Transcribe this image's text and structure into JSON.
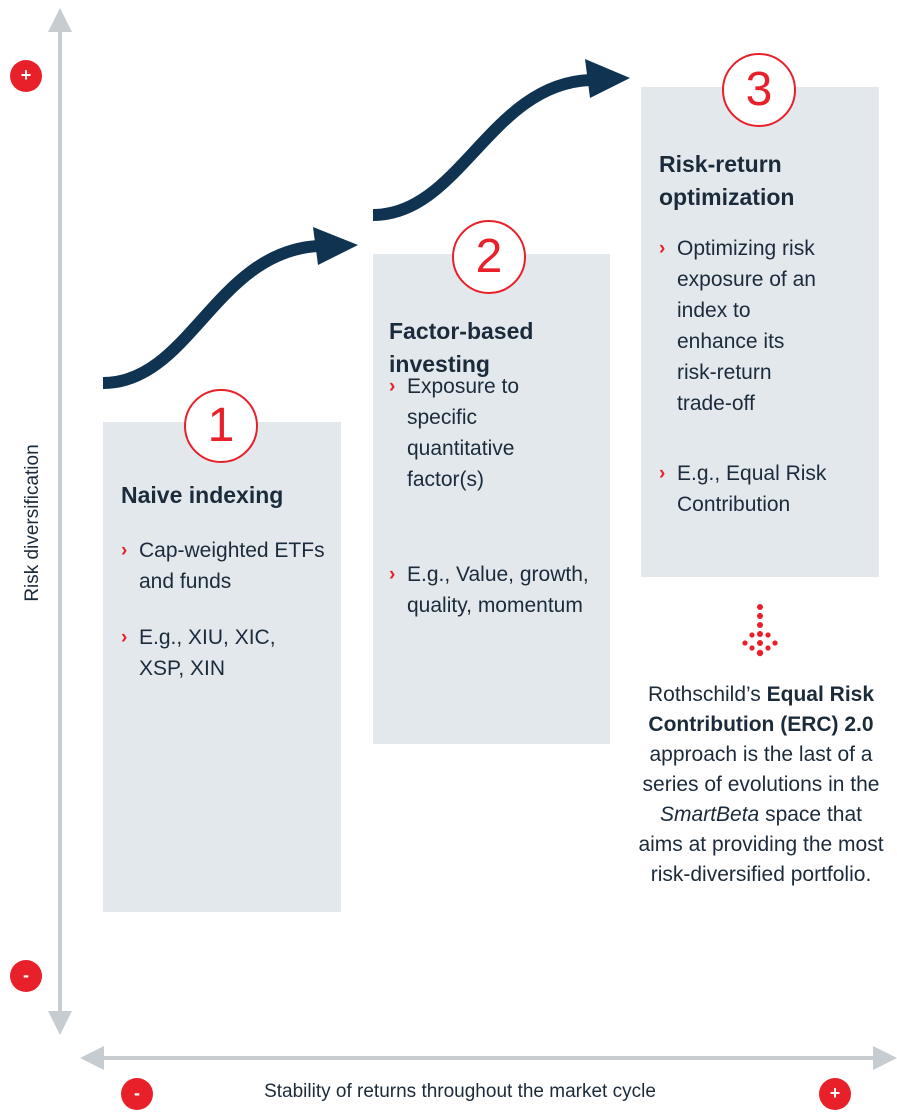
{
  "axes": {
    "y_label": "Risk diversification",
    "x_label": "Stability of returns throughout the market cycle",
    "plus": "+",
    "minus": "-"
  },
  "colors": {
    "accent": "#e8202a",
    "navy": "#0f3350",
    "card": "#e3e8ed",
    "axis": "#c7ccd1"
  },
  "steps": [
    {
      "number": "1",
      "title": "Naive indexing",
      "bullets": [
        "Cap-weighted ETFs and funds",
        "E.g., XIU, XIC, XSP, XIN"
      ]
    },
    {
      "number": "2",
      "title": "Factor-based investing",
      "bullets": [
        "Exposure to specific quantitative factor(s)",
        "E.g., Value, growth, quality, momentum"
      ]
    },
    {
      "number": "3",
      "title": "Risk-return optimization",
      "bullets": [
        "Optimizing risk exposure of an index to enhance its risk-return trade-off",
        "E.g., Equal Risk Contribution"
      ]
    }
  ],
  "note": {
    "pre": "Rothschild’s ",
    "bold": "Equal Risk Contribution (ERC) 2.0",
    "mid": " approach is the last of a series of evolutions in the ",
    "italic": "SmartBeta",
    "post": " space that aims at providing the most risk-diversified portfolio.",
    "icon": "dotted-down-arrow-icon"
  }
}
